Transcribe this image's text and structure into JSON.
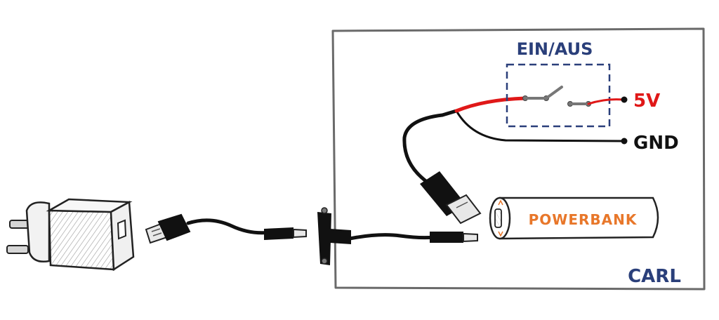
{
  "labels": {
    "switch_label": "EIN/AUS",
    "voltage_label": "5V",
    "ground_label": "GND",
    "powerbank_label": "POWERBANK",
    "box_label": "CARL"
  },
  "colors": {
    "blue_text": "#2a3f7a",
    "red_wire": "#e01818",
    "orange_text": "#e8772a",
    "black_wire": "#111111",
    "box_outline": "#6a6a6a"
  }
}
